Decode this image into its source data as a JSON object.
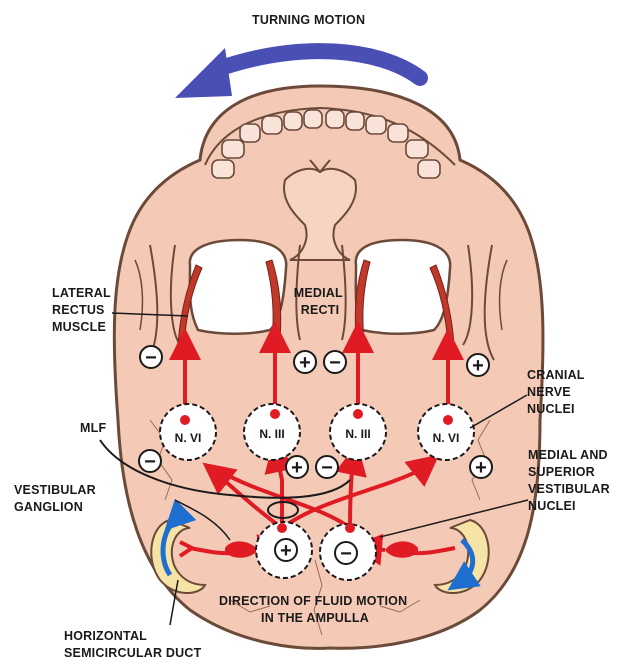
{
  "labels": {
    "turning_motion": "TURNING MOTION",
    "lateral_rectus": [
      "LATERAL",
      "RECTUS",
      "MUSCLE"
    ],
    "medial_recti": [
      "MEDIAL",
      "RECTI"
    ],
    "cranial_nerve_nuclei": [
      "CRANIAL",
      "NERVE",
      "NUCLEI"
    ],
    "mlf": "MLF",
    "vestibular_ganglion": [
      "VESTIBULAR",
      "GANGLION"
    ],
    "vestibular_nuclei": [
      "MEDIAL AND",
      "SUPERIOR",
      "VESTIBULAR",
      "NUCLEI"
    ],
    "fluid_motion": [
      "DIRECTION OF FLUID MOTION",
      "IN THE AMPULLA"
    ],
    "semicircular_duct": [
      "HORIZONTAL",
      "SEMICIRCULAR DUCT"
    ]
  },
  "nuclei": {
    "left_abducens": "N. VI",
    "left_oculomotor": "N. III",
    "right_oculomotor": "N. III",
    "right_abducens": "N. VI"
  },
  "signs": {
    "plus": "+",
    "minus": "−"
  },
  "colors": {
    "skull_fill": "#f4c9b6",
    "skull_stroke": "#6b4a3a",
    "muscle": "#c0392b",
    "neural_path": "#e01b24",
    "turning_arrow": "#4a4fb5",
    "fluid_arrow": "#1f6fd1",
    "duct": "#f6e4a6"
  }
}
